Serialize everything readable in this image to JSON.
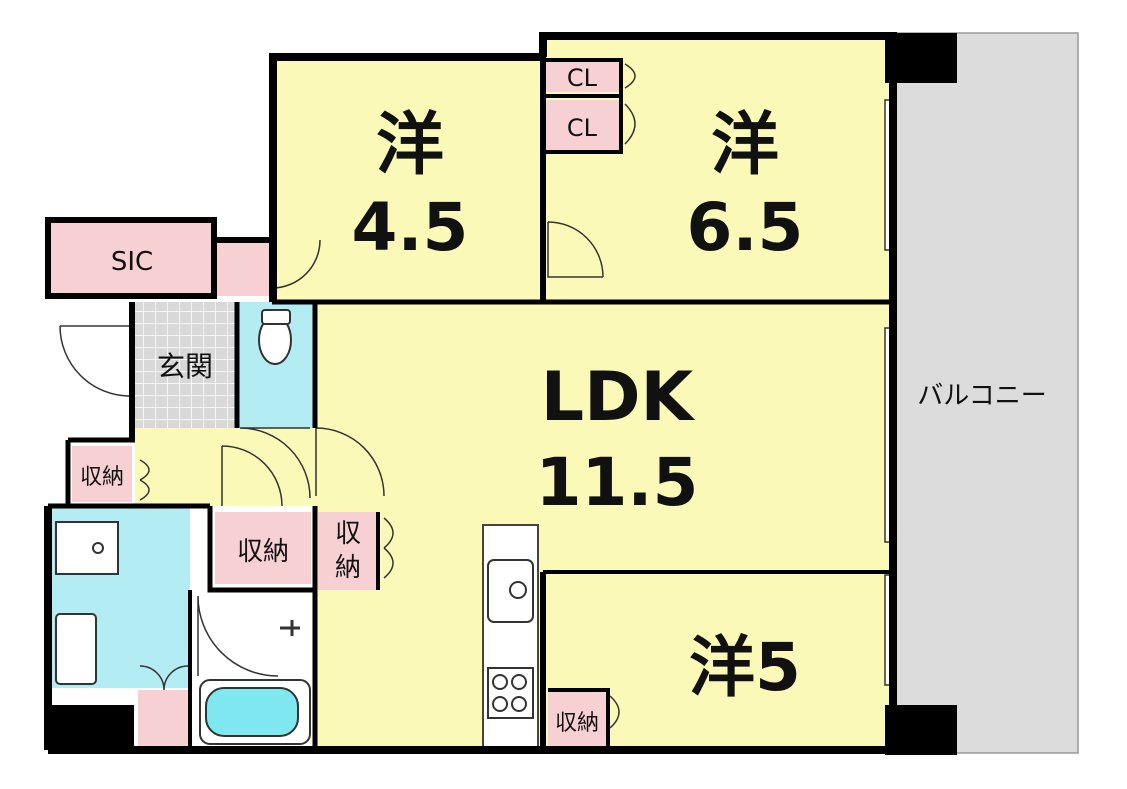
{
  "rooms": {
    "western_45": {
      "kanji": "洋",
      "size": "4.5"
    },
    "western_65": {
      "kanji": "洋",
      "size": "6.5"
    },
    "ldk": {
      "name": "LDK",
      "size": "11.5"
    },
    "western_5": {
      "label": "洋5"
    },
    "entrance": {
      "label": "玄関"
    },
    "sic": {
      "label": "SIC"
    },
    "balcony": {
      "label": "バルコニー"
    }
  },
  "storage": {
    "cl_top": "CL",
    "cl_bottom": "CL",
    "shuno_entrance": "収納",
    "shuno_hall": "収納",
    "shuno_vertical_1": "収",
    "shuno_vertical_2": "納",
    "shuno_western5": "収納"
  },
  "colors": {
    "room_yellow": "#fbf9b8",
    "storage_pink": "#f7d0d3",
    "wet_blue": "#b3ecf3",
    "balcony_gray": "#dcdcdc",
    "wall": "#000000",
    "entrance_tile": "#d8d8d8"
  }
}
